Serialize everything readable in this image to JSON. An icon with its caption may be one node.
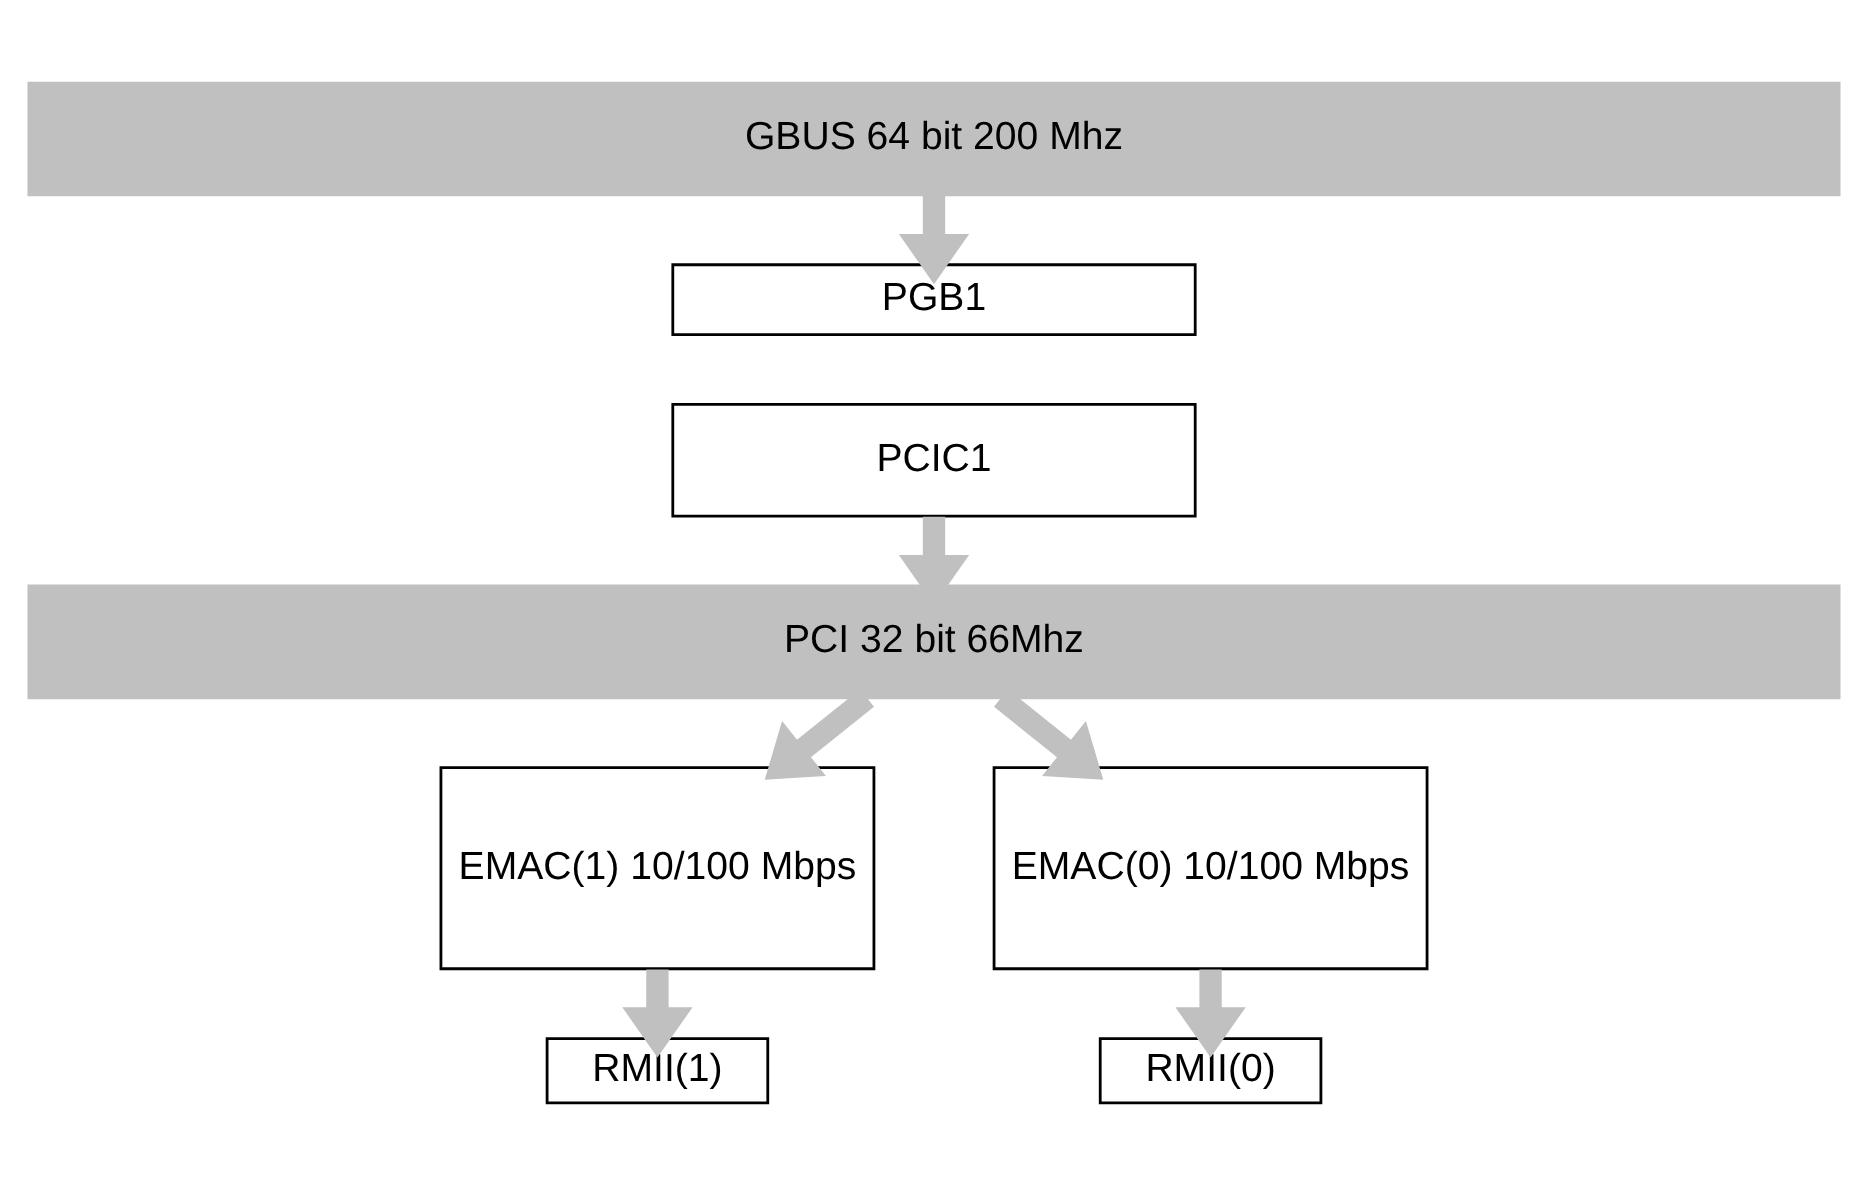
{
  "diagram": {
    "nodes": [
      {
        "text": [
          "GBUS 64 bit 200 Mhz"
        ]
      },
      {
        "text": [
          "PGB1"
        ]
      },
      {
        "text": [
          "PCIC1"
        ]
      },
      {
        "text": [
          "PCI 32 bit 66Mhz"
        ]
      },
      {
        "text": [
          "EMAC(1) 10/100 Mbps"
        ]
      },
      {
        "text": [
          "EMAC(0) 10/100 Mbps"
        ]
      },
      {
        "text": [
          "RMII(1)"
        ]
      },
      {
        "text": [
          "RMII(0)"
        ]
      }
    ],
    "edges": [
      {
        "from": 0,
        "to": 1,
        "arrow": "to"
      },
      {
        "from": 2,
        "to": 3,
        "arrow": "to"
      },
      {
        "from": 3,
        "to": 4,
        "arrow": "to"
      },
      {
        "from": 3,
        "to": 5,
        "arrow": "to"
      },
      {
        "from": 4,
        "to": 6,
        "arrow": "to"
      },
      {
        "from": 5,
        "to": 7,
        "arrow": "to"
      }
    ]
  }
}
